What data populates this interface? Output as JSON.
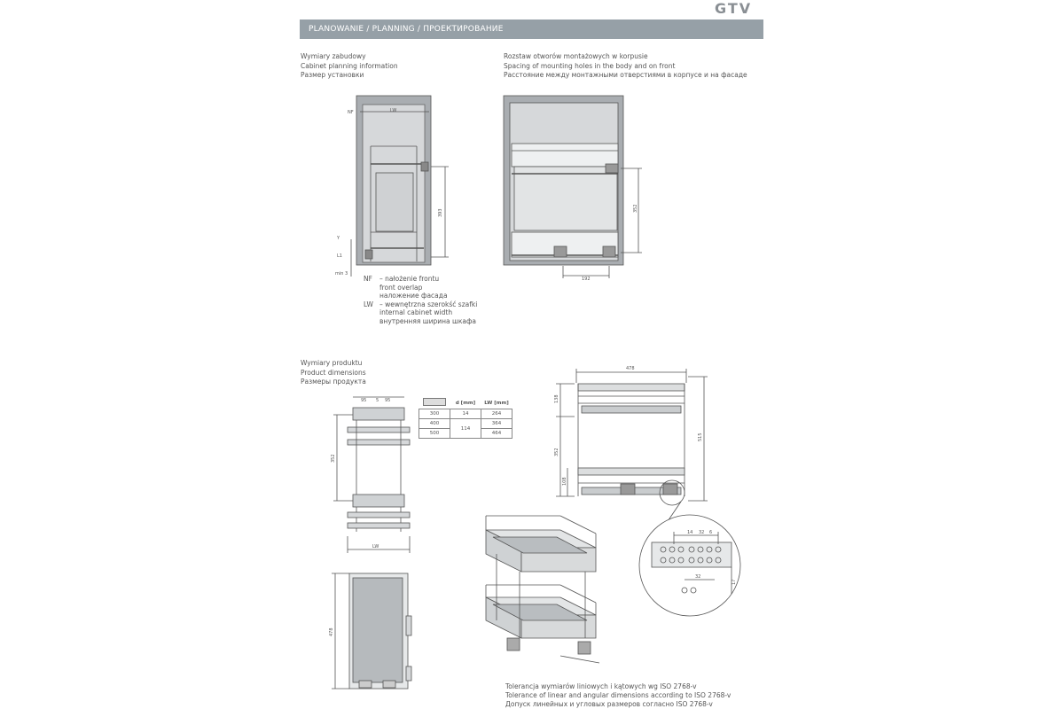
{
  "brand": "GTV",
  "header": {
    "title": "PLANOWANIE / PLANNING / ПРОЕКТИРОВАНИЕ"
  },
  "sections": {
    "cabinet": [
      "Wymiary zabudowy",
      "Cabinet planning information",
      "Размер установки"
    ],
    "spacing": [
      "Rozstaw otworów montażowych w korpusie",
      "Spacing of mounting holes in the body and on front",
      "Расстояние между монтажными отверстиями в корпусе и на фасаде"
    ],
    "product": [
      "Wymiary produktu",
      "Product dimensions",
      "Размеры продукта"
    ]
  },
  "legend": {
    "nf": {
      "key": "NF",
      "lines": [
        "– nałożenie frontu",
        "front overlap",
        "наложение фасада"
      ]
    },
    "lw": {
      "key": "LW",
      "lines": [
        "– wewnętrzna szerokść szafki",
        "internal cabinet width",
        "внутренняя ширина шкафа"
      ]
    }
  },
  "dims": {
    "nf": "NF",
    "lw": "LW",
    "d393": "393",
    "y": "Y",
    "l1": "L1",
    "min3": "min 3",
    "d352": "352",
    "d192": "192",
    "d95a": "95",
    "d95b": "95",
    "d5": "5",
    "d478a": "478",
    "d478b": "478",
    "d138": "138",
    "d108": "108",
    "d515": "515",
    "d14": "14",
    "d32a": "32",
    "d32b": "32",
    "d6": "6",
    "d17": "17"
  },
  "table": {
    "headers": [
      "",
      "d [mm]",
      "LW [mm]"
    ],
    "rows": [
      [
        "300",
        "14",
        "264"
      ],
      [
        "400",
        "",
        "364"
      ],
      [
        "500",
        "114",
        "464"
      ]
    ]
  },
  "footer": [
    "Tolerancja wymiarów liniowych i kątowych wg ISO 2768-v",
    "Tolerance of linear and angular dimensions according to ISO 2768-v",
    "Допуск линейных и угловых размеров согласно ISO 2768-v"
  ]
}
